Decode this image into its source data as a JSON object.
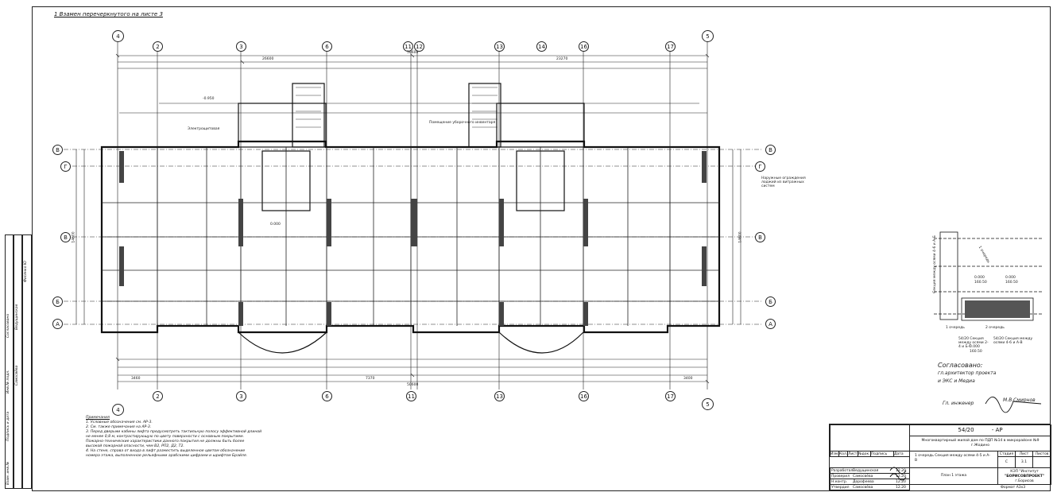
{
  "header_note": "1 Взамен перечеркнутого на листе 3",
  "axes": {
    "top": [
      "4",
      "2",
      "3",
      "6",
      "11",
      "12",
      "13",
      "14",
      "16",
      "17",
      "5"
    ],
    "bottom": [
      "4",
      "2",
      "3",
      "6",
      "11",
      "13",
      "16",
      "17",
      "5"
    ],
    "left": [
      "В",
      "Г",
      "В",
      "Б",
      "А"
    ],
    "right": [
      "В",
      "Г",
      "В",
      "Б",
      "А"
    ]
  },
  "dims": {
    "overall_left": "26600",
    "overall_total": "50600",
    "overall_right": "23270",
    "bottom_left": "3460",
    "bottom_mid": "7370",
    "bottom_total": "50600",
    "bottom_right": "3400",
    "left_vertical": "14600",
    "right_vertical": "14600"
  },
  "labels": {
    "room_pass": "Электрощитовая",
    "room_corridor": "Помещение уборочного инвентаря",
    "elev_a": "0.000",
    "elev_b": "-0.950",
    "right_callout": "Наружные ограждения лоджий из витражных систем"
  },
  "key_plan": {
    "label_a": "1 очередь",
    "label_b": "2 очередь",
    "label_c": "1 очередь",
    "section_a": "54/20 Секция между осями 2-4 и Б-Г",
    "section_b": "54/20 Секция между осями 4-6 и А-В",
    "side_text": "Секция между осями 4-6 и А-Б",
    "elev1": "0.000",
    "elev1b": "160.50",
    "elev2": "0.000",
    "elev2b": "160.50",
    "elev3": "0.000",
    "elev3b": "160.50"
  },
  "approval": {
    "line1": "Согласовано:",
    "line2": "гл.архитектор проекта",
    "line3": "и ЭКС и Медиа",
    "signer": "Гл. инженер",
    "signature": "М.В.Смирнов"
  },
  "notes": {
    "title": "Примечания",
    "items": [
      "1. Условные обозначения см. АР-3.",
      "2. См. также примечания на АР-3.",
      "3. Перед дверьми кабины лифта предусмотреть тактильную полосу эффективной длиной",
      "не менее 0,8 м, контрастирующую по цвету поверхности с основным покрытием.",
      "Пожарно-технические характеристики данного покрытия не должны быть более",
      "высокой пожарной опасности, чем В2, РП2, Д2, Т2.",
      "4. На стене, справа от входа в лифт разместить выделенное цветом обозначение",
      "номера этажа, выполненное рельефными арабскими цифрами и шрифтом Брайля."
    ]
  },
  "stamp": {
    "code": "54/20",
    "code_suffix": "- АР",
    "project": "Многоквартирный жилой дом по ПДП №14 в микрорайоне №9 г.Жодино",
    "section": "1 очередь Секция между осями 4-5 и А-В",
    "sheet_name": "План 1 этажа",
    "stage_label": "Стадия",
    "sheet_label": "Лист",
    "sheets_label": "Листов",
    "stage": "С",
    "sheet": "3.1",
    "org_line1": "КЭП \"Институт",
    "org_line2": "\"БОРИСОВПРОЕКТ\"",
    "org_line3": "г.Борисов",
    "format": "Формат А3х3",
    "cols": [
      "Изм.",
      "Кол.",
      "Лист",
      "№док.",
      "Подпись",
      "Дата"
    ],
    "roles": [
      {
        "role": "Разработал",
        "name": "Ведущинская",
        "date": "12.20"
      },
      {
        "role": "Проверил",
        "name": "Самосвёва",
        "date": "12.20"
      },
      {
        "role": "Н.контр.",
        "name": "Дорофеева",
        "date": "12.20"
      },
      {
        "role": "Утвердил",
        "name": "Самосвёва",
        "date": "12.20"
      }
    ]
  },
  "left_strip": {
    "labels": [
      "Согласовано",
      "Инв.№ подл.",
      "Подпись и дата",
      "Взам. инв.№"
    ],
    "values": [
      "Ведущинская",
      "Фисенко Ю",
      "Самосвёва"
    ]
  }
}
